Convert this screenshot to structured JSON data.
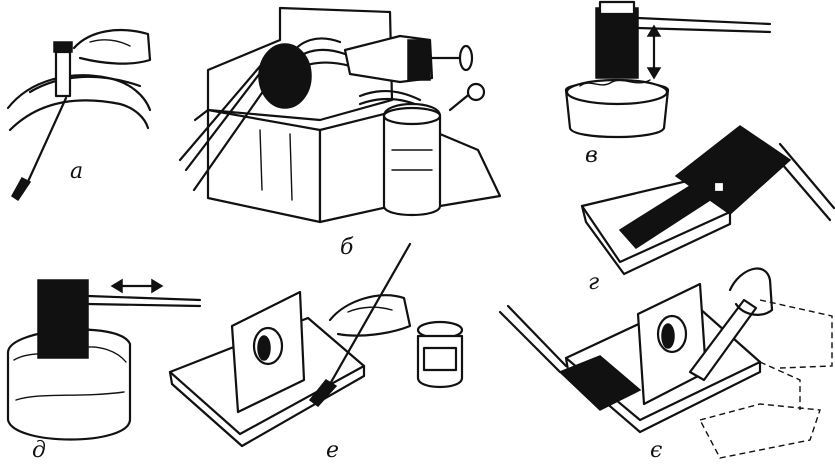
{
  "labels": {
    "a": "а",
    "b": "б",
    "v": "в",
    "g": "г",
    "d": "д",
    "e": "е",
    "ye": "є"
  },
  "colors": {
    "ink": "#111111",
    "paper": "#ffffff"
  }
}
